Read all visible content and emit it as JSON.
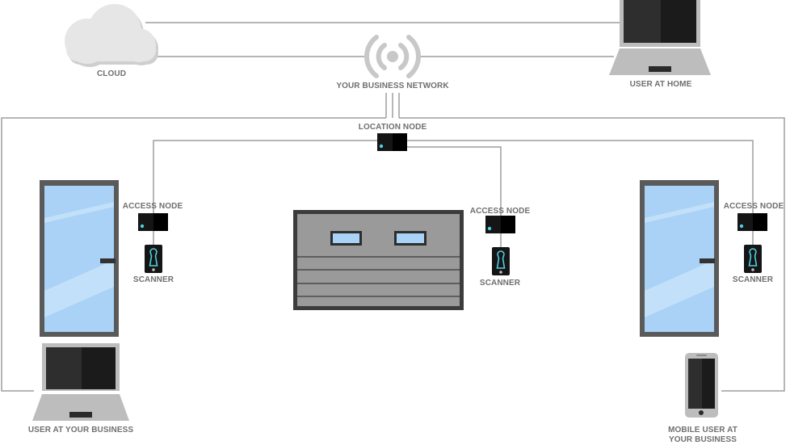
{
  "labels": {
    "cloud": "CLOUD",
    "network": "YOUR BUSINESS NETWORK",
    "user_home": "USER AT HOME",
    "location_node": "LOCATION NODE",
    "access_node_left": "ACCESS NODE",
    "access_node_mid": "ACCESS NODE",
    "access_node_right": "ACCESS NODE",
    "scanner_left": "SCANNER",
    "scanner_mid": "SCANNER",
    "scanner_right": "SCANNER",
    "user_business": "USER AT YOUR BUSINESS",
    "mobile_line1": "MOBILE USER AT",
    "mobile_line2": "YOUR BUSINESS"
  },
  "colors": {
    "line": "#9e9e9e",
    "cloud": "#e6e6e6",
    "cloud_shadow": "#cfcfcf",
    "device_gray": "#bdbdbd",
    "screen_dark": "#2e2e2e",
    "screen_darker": "#1b1b1b",
    "node_body": "#151515",
    "node_led": "#4dd0e1",
    "door_frame": "#5a5a5a",
    "door_glass": "#a9d2f6",
    "garage_frame": "#3c3c3c",
    "garage_panel": "#9a9a9a"
  }
}
